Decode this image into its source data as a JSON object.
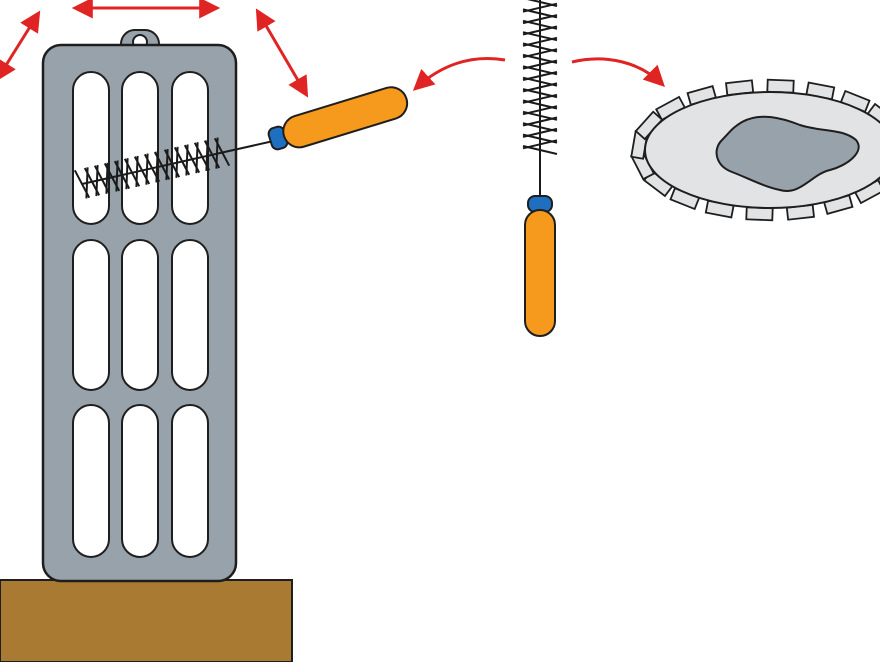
{
  "figure": {
    "labels": [],
    "colors": {
      "grill_fill": "#98a2aa",
      "outline": "#1e1e1e",
      "arrow": "#e02424",
      "handle": "#f59a1c",
      "ferrule": "#1f6fc0",
      "base": "#a97a31",
      "bristle": "#1a1a1a",
      "dish_plate": "#e1e3e5",
      "dish_residue": "#98a2aa"
    }
  },
  "elements": {
    "grill_panel": "grill-panel",
    "slots": 9,
    "brush_in_use": "angled-brush",
    "brush_upright": "vertical-brush",
    "disk": "toothed-disk",
    "motion_arrows": 5
  }
}
